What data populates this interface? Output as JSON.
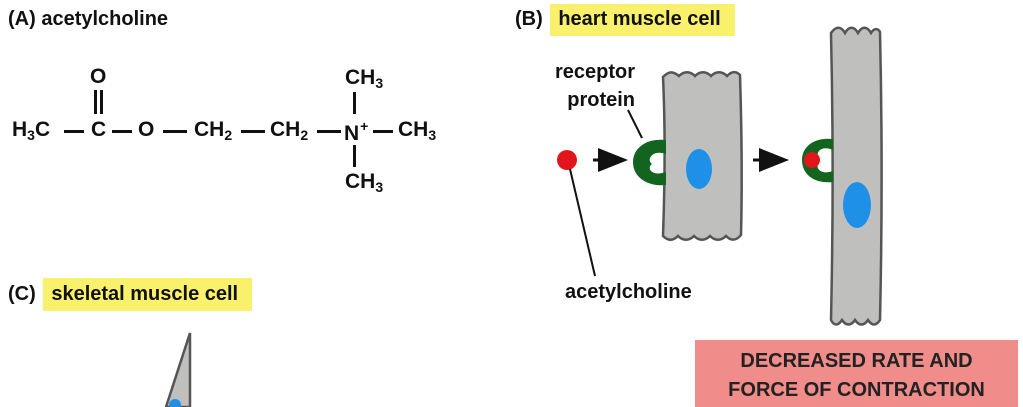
{
  "panel_a": {
    "letter": "(A)",
    "title": "acetylcholine",
    "molecule": {
      "h3c": "H",
      "h3c_sub": "3",
      "h3c_tail": "C",
      "c": "C",
      "o_double": "O",
      "o_ether": "O",
      "ch2_a": "CH",
      "ch2_a_sub": "2",
      "ch2_b": "CH",
      "ch2_b_sub": "2",
      "n": "N",
      "n_charge": "+",
      "ch3_top": "CH",
      "ch3_top_sub": "3",
      "ch3_right": "CH",
      "ch3_right_sub": "3",
      "ch3_bottom": "CH",
      "ch3_bottom_sub": "3"
    }
  },
  "panel_b": {
    "letter": "(B)",
    "title": "heart muscle cell",
    "receptor_label_1": "receptor",
    "receptor_label_2": "protein",
    "ligand_label": "acetylcholine",
    "result": {
      "line1": "DECREASED RATE AND",
      "line2": "FORCE OF CONTRACTION"
    }
  },
  "panel_c": {
    "letter": "(C)",
    "title": "skeletal muscle cell"
  },
  "colors": {
    "highlight": "#f9f06b",
    "cell": "#bfc0bd",
    "cell_edge": "#555555",
    "nucleus": "#1e90e8",
    "receptor": "#13641f",
    "ligand": "#e0161c",
    "result_box": "#f08c8a"
  }
}
